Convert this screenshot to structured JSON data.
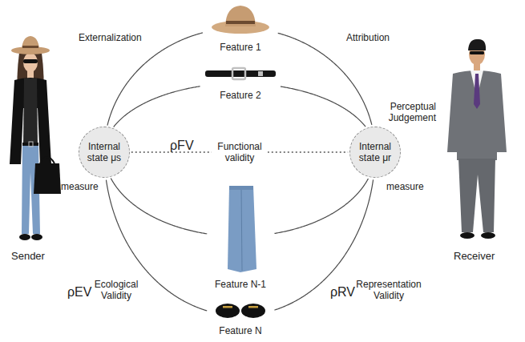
{
  "diagram": {
    "nodes": [
      {
        "text": [
          "Feature 1"
        ]
      },
      {
        "text": [
          "Feature 2"
        ]
      },
      {
        "text": [
          "Internal state μs"
        ]
      },
      {
        "text": [
          "Internal state μr"
        ]
      },
      {
        "text": [
          "Feature N-1"
        ]
      },
      {
        "text": [
          "Feature N"
        ]
      }
    ],
    "edges": [
      {
        "from": 2,
        "to": 0,
        "arrow": "none"
      },
      {
        "from": 2,
        "to": 1,
        "arrow": "none"
      },
      {
        "from": 2,
        "to": 3,
        "arrow": "none",
        "label": "Functional validity"
      },
      {
        "from": 2,
        "to": 4,
        "arrow": "none"
      },
      {
        "from": 2,
        "to": 5,
        "arrow": "none"
      },
      {
        "from": 0,
        "to": 3,
        "arrow": "none"
      },
      {
        "from": 1,
        "to": 3,
        "arrow": "none"
      },
      {
        "from": 4,
        "to": 3,
        "arrow": "none"
      },
      {
        "from": 5,
        "to": 3,
        "arrow": "none"
      }
    ],
    "labels": [
      "Externalization",
      "Attribution",
      "Perceptual Judgement",
      "ρFV",
      "measure",
      "measure",
      "Sender",
      "Receiver",
      "ρEV",
      "Ecological Validity",
      "ρRV",
      "Representation Validity"
    ]
  }
}
